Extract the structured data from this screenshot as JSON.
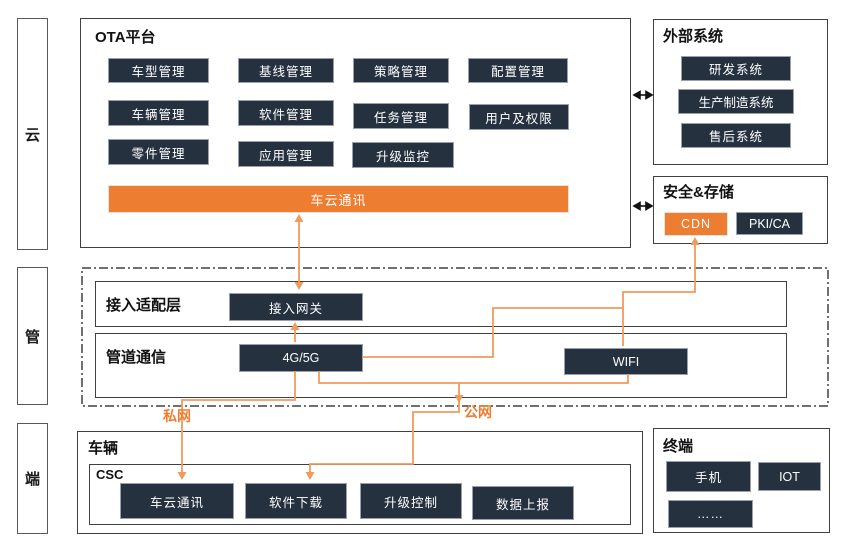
{
  "colors": {
    "chip_dark": "#263140",
    "accent_orange": "#ED7D31",
    "line_orange": "#F09A5E",
    "border_dark": "#404040"
  },
  "rails": {
    "cloud": "云",
    "pipe": "管",
    "device": "端"
  },
  "ota": {
    "title": "OTA平台",
    "row1": [
      "车型管理",
      "基线管理",
      "策略管理",
      "配置管理"
    ],
    "row2": [
      "车辆管理",
      "软件管理",
      "任务管理",
      "用户及权限"
    ],
    "row3": [
      "零件管理",
      "应用管理",
      "升级监控"
    ],
    "bus": "车云通讯"
  },
  "external": {
    "title": "外部系统",
    "items": [
      "研发系统",
      "生产制造系统",
      "售后系统"
    ]
  },
  "security": {
    "title": "安全&存储",
    "cdn": "CDN",
    "pki": "PKI/CA"
  },
  "access": {
    "title": "接入适配层",
    "gateway": "接入网关"
  },
  "pipeline": {
    "title": "管道通信",
    "cellular": "4G/5G",
    "wifi": "WIFI"
  },
  "vehicle": {
    "title": "车辆",
    "csc": "CSC",
    "items": [
      "车云通讯",
      "软件下载",
      "升级控制",
      "数据上报"
    ]
  },
  "terminal": {
    "title": "终端",
    "items": [
      "手机",
      "IOT",
      "……"
    ]
  },
  "net_labels": {
    "private": "私网",
    "public": "公网"
  }
}
